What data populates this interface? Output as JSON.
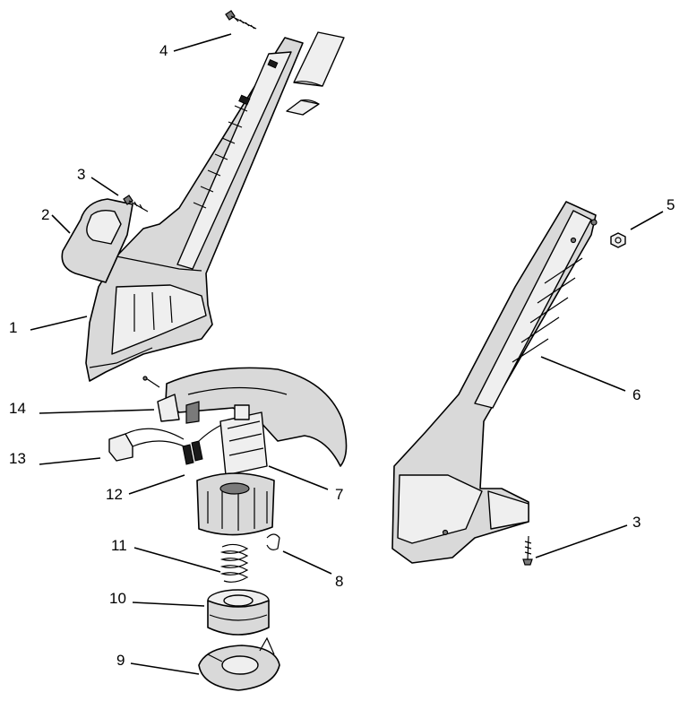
{
  "callouts": [
    {
      "id": "1",
      "label": "1"
    },
    {
      "id": "2",
      "label": "2"
    },
    {
      "id": "3a",
      "label": "3"
    },
    {
      "id": "3b",
      "label": "3"
    },
    {
      "id": "4",
      "label": "4"
    },
    {
      "id": "5",
      "label": "5"
    },
    {
      "id": "6",
      "label": "6"
    },
    {
      "id": "7",
      "label": "7"
    },
    {
      "id": "8",
      "label": "8"
    },
    {
      "id": "9",
      "label": "9"
    },
    {
      "id": "10",
      "label": "10"
    },
    {
      "id": "11",
      "label": "11"
    },
    {
      "id": "12",
      "label": "12"
    },
    {
      "id": "13",
      "label": "13"
    },
    {
      "id": "14",
      "label": "14"
    }
  ]
}
